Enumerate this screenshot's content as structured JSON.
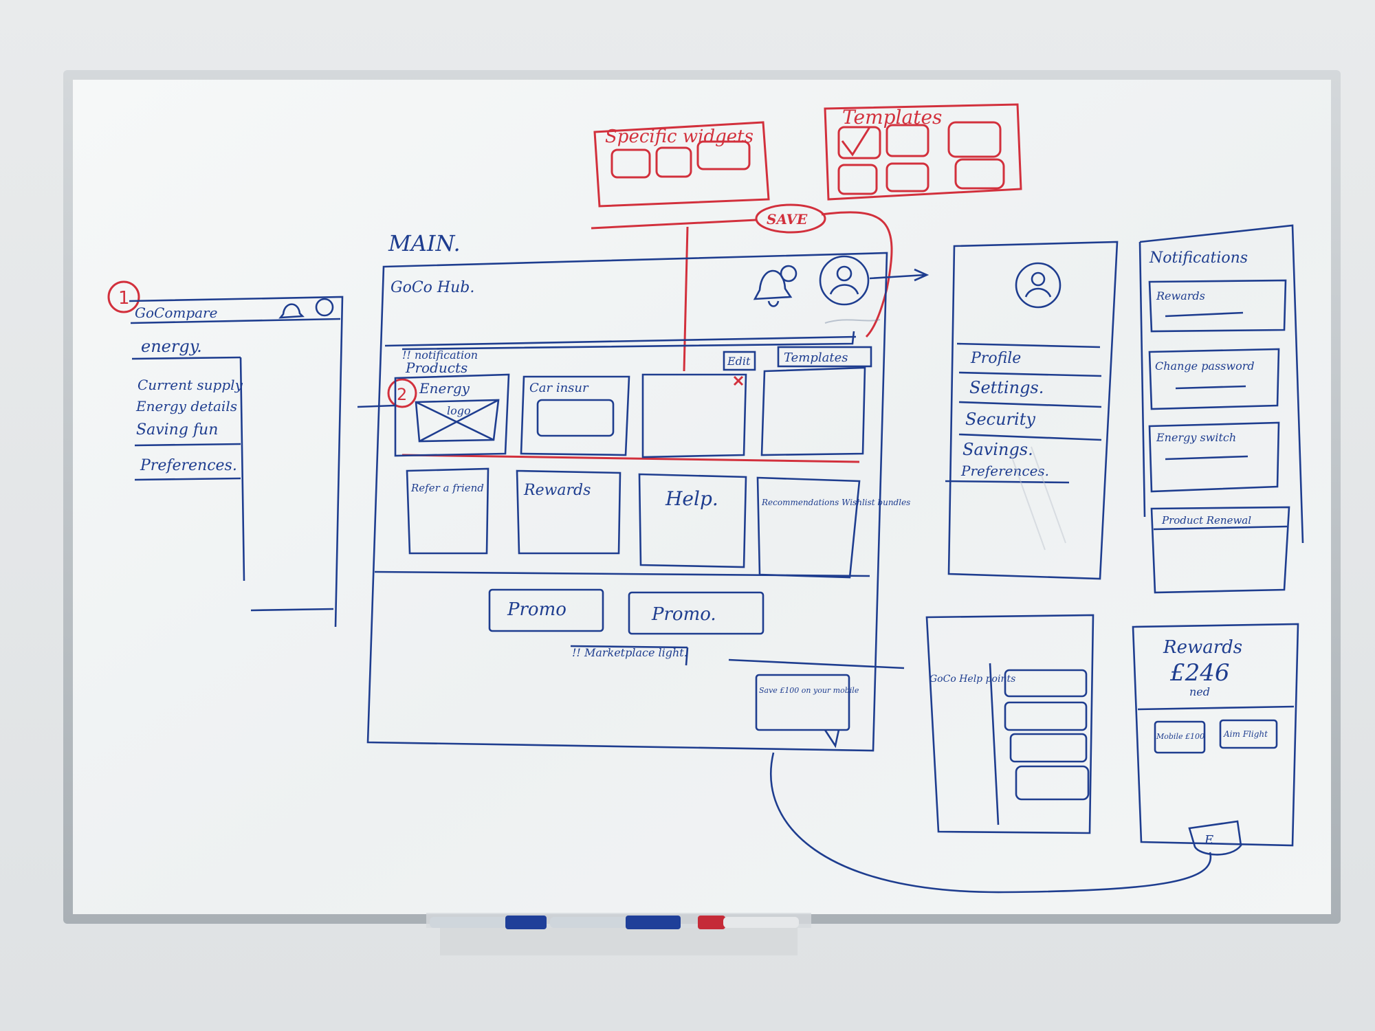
{
  "colors": {
    "blue_marker": "#1e3d8f",
    "red_marker": "#d2303c",
    "board": "#f4f6f6",
    "frame": "#bcc2c6"
  },
  "top": {
    "specific_widgets": "Specific widgets",
    "templates": "Templates",
    "save": "SAVE"
  },
  "main": {
    "heading": "MAIN.",
    "app_title": "GoCo Hub.",
    "notification_bar": "!! notification",
    "products_label": "Products",
    "edit": "Edit",
    "templates": "Templates",
    "number": "2",
    "tiles_top": [
      "Energy",
      "Car insur",
      "",
      ""
    ],
    "logo_label": "logo",
    "tiles_bottom": [
      "Refer a friend",
      "Rewards",
      "Help.",
      "Recommendations Wishlist bundles"
    ],
    "promo_1": "Promo",
    "promo_2": "Promo.",
    "marketplace": "!! Marketplace light.",
    "mobile_offer": "Save £100 on your mobile"
  },
  "left_panel": {
    "number": "1",
    "title": "GoCompare",
    "items": [
      "energy.",
      "Current supply",
      "Energy details",
      "Saving fun",
      "Preferences."
    ]
  },
  "profile_panel": {
    "items": [
      "Profile",
      "Settings.",
      "Security",
      "Savings.",
      "Preferences."
    ]
  },
  "notification_panel": {
    "title": "Notifications",
    "items": [
      "Rewards",
      "Change password",
      "Energy switch",
      "Product Renewal"
    ]
  },
  "help_panel": {
    "title": "GoCo Help points"
  },
  "rewards_panel": {
    "title": "Rewards",
    "amount": "£246",
    "sub": "ned",
    "tiles": [
      "Mobile £100",
      "Aim Flight"
    ],
    "footer": "E"
  }
}
